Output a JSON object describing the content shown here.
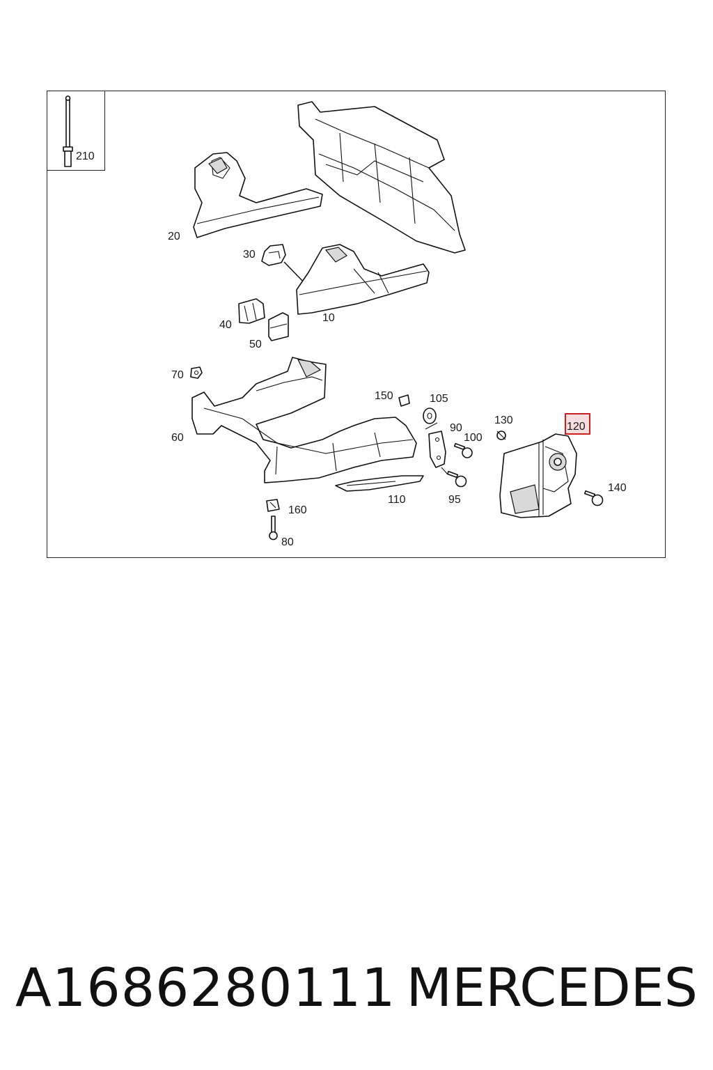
{
  "diagram": {
    "labels": {
      "l210": "210",
      "l20": "20",
      "l30": "30",
      "l10": "10",
      "l40": "40",
      "l50": "50",
      "l70": "70",
      "l60": "60",
      "l150": "150",
      "l105": "105",
      "l90": "90",
      "l100": "100",
      "l130": "130",
      "l120": "120",
      "l95": "95",
      "l110": "110",
      "l140": "140",
      "l160": "160",
      "l80": "80"
    },
    "highlight_color": "#cc1f1f"
  },
  "footer": {
    "part_number": "A1686280111",
    "brand": "MERCEDES"
  }
}
